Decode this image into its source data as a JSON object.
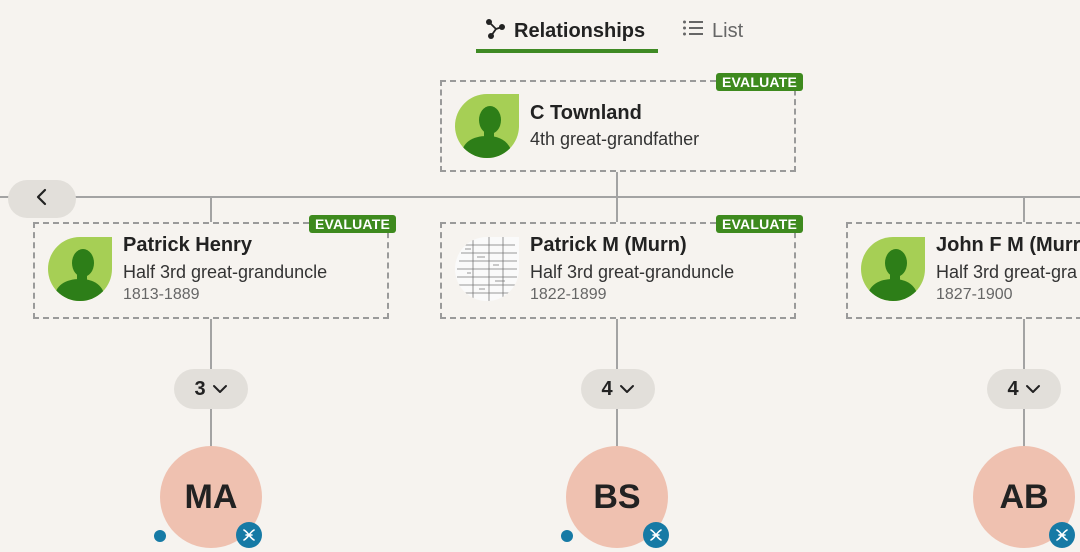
{
  "tabs": {
    "relationships_label": "Relationships",
    "list_label": "List"
  },
  "badge_label": "EVALUATE",
  "root": {
    "name": "C Townland",
    "relationship": "4th great-grandfather"
  },
  "people": [
    {
      "name": "Patrick Henry",
      "relationship": "Half 3rd great-granduncle",
      "dates": "1813-1889",
      "count": "3",
      "initials": "MA"
    },
    {
      "name": "Patrick M (Murn)",
      "relationship": "Half 3rd great-granduncle",
      "dates": "1822-1899",
      "count": "4",
      "initials": "BS"
    },
    {
      "name": "John F M (Murr",
      "relationship": "Half 3rd great-gra",
      "dates": "1827-1900",
      "count": "4",
      "initials": "AB"
    }
  ],
  "colors": {
    "accent_green": "#3f8a24",
    "badge_green": "#3e8a1e",
    "initials_circle": "#efc1b0",
    "dna_blue": "#167aa5"
  }
}
